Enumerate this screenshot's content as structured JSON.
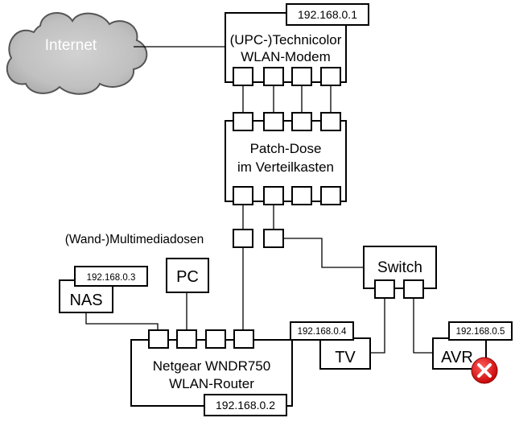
{
  "cloud": {
    "label": "Internet"
  },
  "modem": {
    "ip": "192.168.0.1",
    "line1": "(UPC-)Technicolor",
    "line2": "WLAN-Modem"
  },
  "patch": {
    "line1": "Patch-Dose",
    "line2": "im Verteilkasten"
  },
  "wall_outlets": {
    "label": "(Wand-)Multimediadosen"
  },
  "switch": {
    "label": "Switch"
  },
  "nas": {
    "label": "NAS",
    "ip": "192.168.0.3"
  },
  "pc": {
    "label": "PC"
  },
  "router": {
    "line1": "Netgear WNDR750",
    "line2": "WLAN-Router",
    "ip": "192.168.0.2"
  },
  "tv": {
    "label": "TV",
    "ip": "192.168.0.4"
  },
  "avr": {
    "label": "AVR",
    "ip": "192.168.0.5",
    "status_icon": "x-error-icon",
    "status_color": "#e21b1b"
  }
}
